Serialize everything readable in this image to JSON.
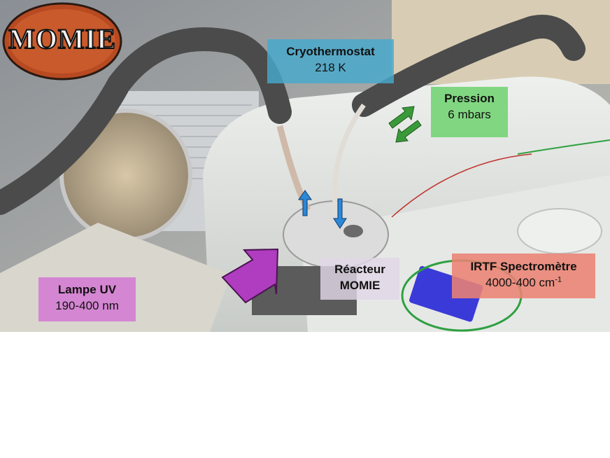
{
  "logo": {
    "text": "MOMIE"
  },
  "labels": {
    "cryo": {
      "title": "Cryothermostat",
      "value": "218 K"
    },
    "pression": {
      "title": "Pression",
      "value": "6 mbars"
    },
    "reacteur": {
      "title": "Réacteur",
      "value": "MOMIE"
    },
    "irtf": {
      "title": "IRTF Spectromètre",
      "value_prefix": "4000-400 cm",
      "value_sup": "-1"
    },
    "uv": {
      "title": "Lampe UV",
      "value": "190-400 nm"
    }
  },
  "colors": {
    "cryo": "#46aacd",
    "pression": "#6ed26e",
    "reacteur": "#e1d7e6",
    "irtf": "#eb8273",
    "uv": "#d278d2",
    "uv_arrow": "#b03cc0",
    "flow_arrow": "#2a88d8",
    "pressure_arrow": "#3a9a3a"
  }
}
